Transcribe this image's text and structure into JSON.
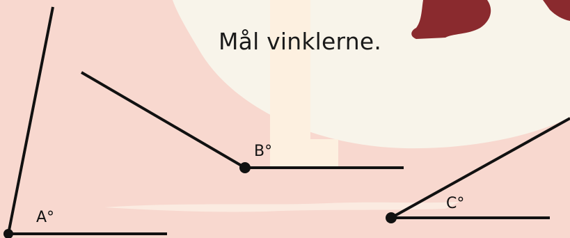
{
  "title": "Mål vinklerne.",
  "angles": [
    {
      "id": "A",
      "label": "A°"
    },
    {
      "id": "B",
      "label": "B°"
    },
    {
      "id": "C",
      "label": "C°"
    }
  ],
  "colors": {
    "background": "#f8d8cf",
    "moon": "#f8f4ea",
    "tower": "#fdf0e0",
    "ink": "#111111",
    "shape": "#8a2a2e"
  }
}
